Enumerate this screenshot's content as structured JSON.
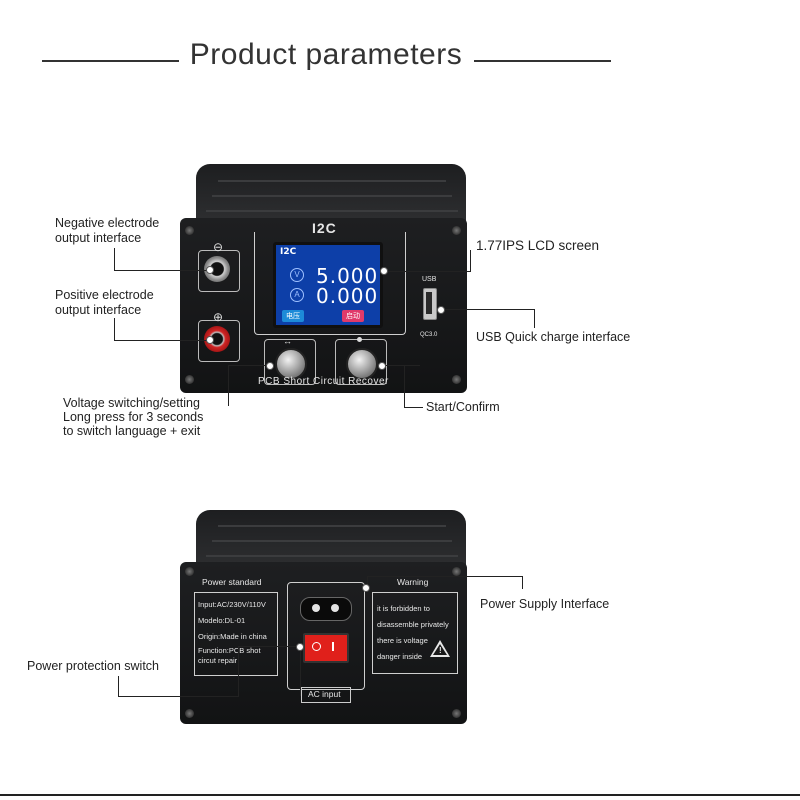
{
  "header": {
    "title": "Product parameters"
  },
  "front": {
    "logo": "I2C",
    "screen": {
      "logo": "I2C",
      "voltage_icon": "V",
      "voltage_value": "5.000",
      "current_icon": "A",
      "current_value": "0.000",
      "left_tab": "电压",
      "right_tab": "启动",
      "background_color": "#0d3fa8"
    },
    "usb_label": "USB",
    "qc_label": "QC3.0",
    "pcb_label": "PCB Short Circuit Recover",
    "callouts": {
      "negative": [
        "Negative electrode",
        "output interface"
      ],
      "positive": [
        "Positive electrode",
        "output interface"
      ],
      "lcd": "1.77IPS LCD screen",
      "usb": "USB Quick charge interface",
      "voltage": [
        "Voltage switching/setting",
        "Long press for 3 seconds",
        "to switch language + exit"
      ],
      "start": "Start/Confirm"
    }
  },
  "back": {
    "power_standard_title": "Power standard",
    "specs": [
      "Input:AC/230V/110V",
      "Modelo:DL-01",
      "Origin:Made in china",
      "Function:PCB shot",
      "circut repair"
    ],
    "warning_title": "Warning",
    "warning_lines": [
      "it is forbidden to",
      "disassemble privately",
      "there is voltage",
      "danger inside"
    ],
    "ac_input": "AC input",
    "callouts": {
      "power_supply": "Power Supply Interface",
      "protection": "Power protection switch"
    },
    "switch_color": "#e0201b"
  }
}
